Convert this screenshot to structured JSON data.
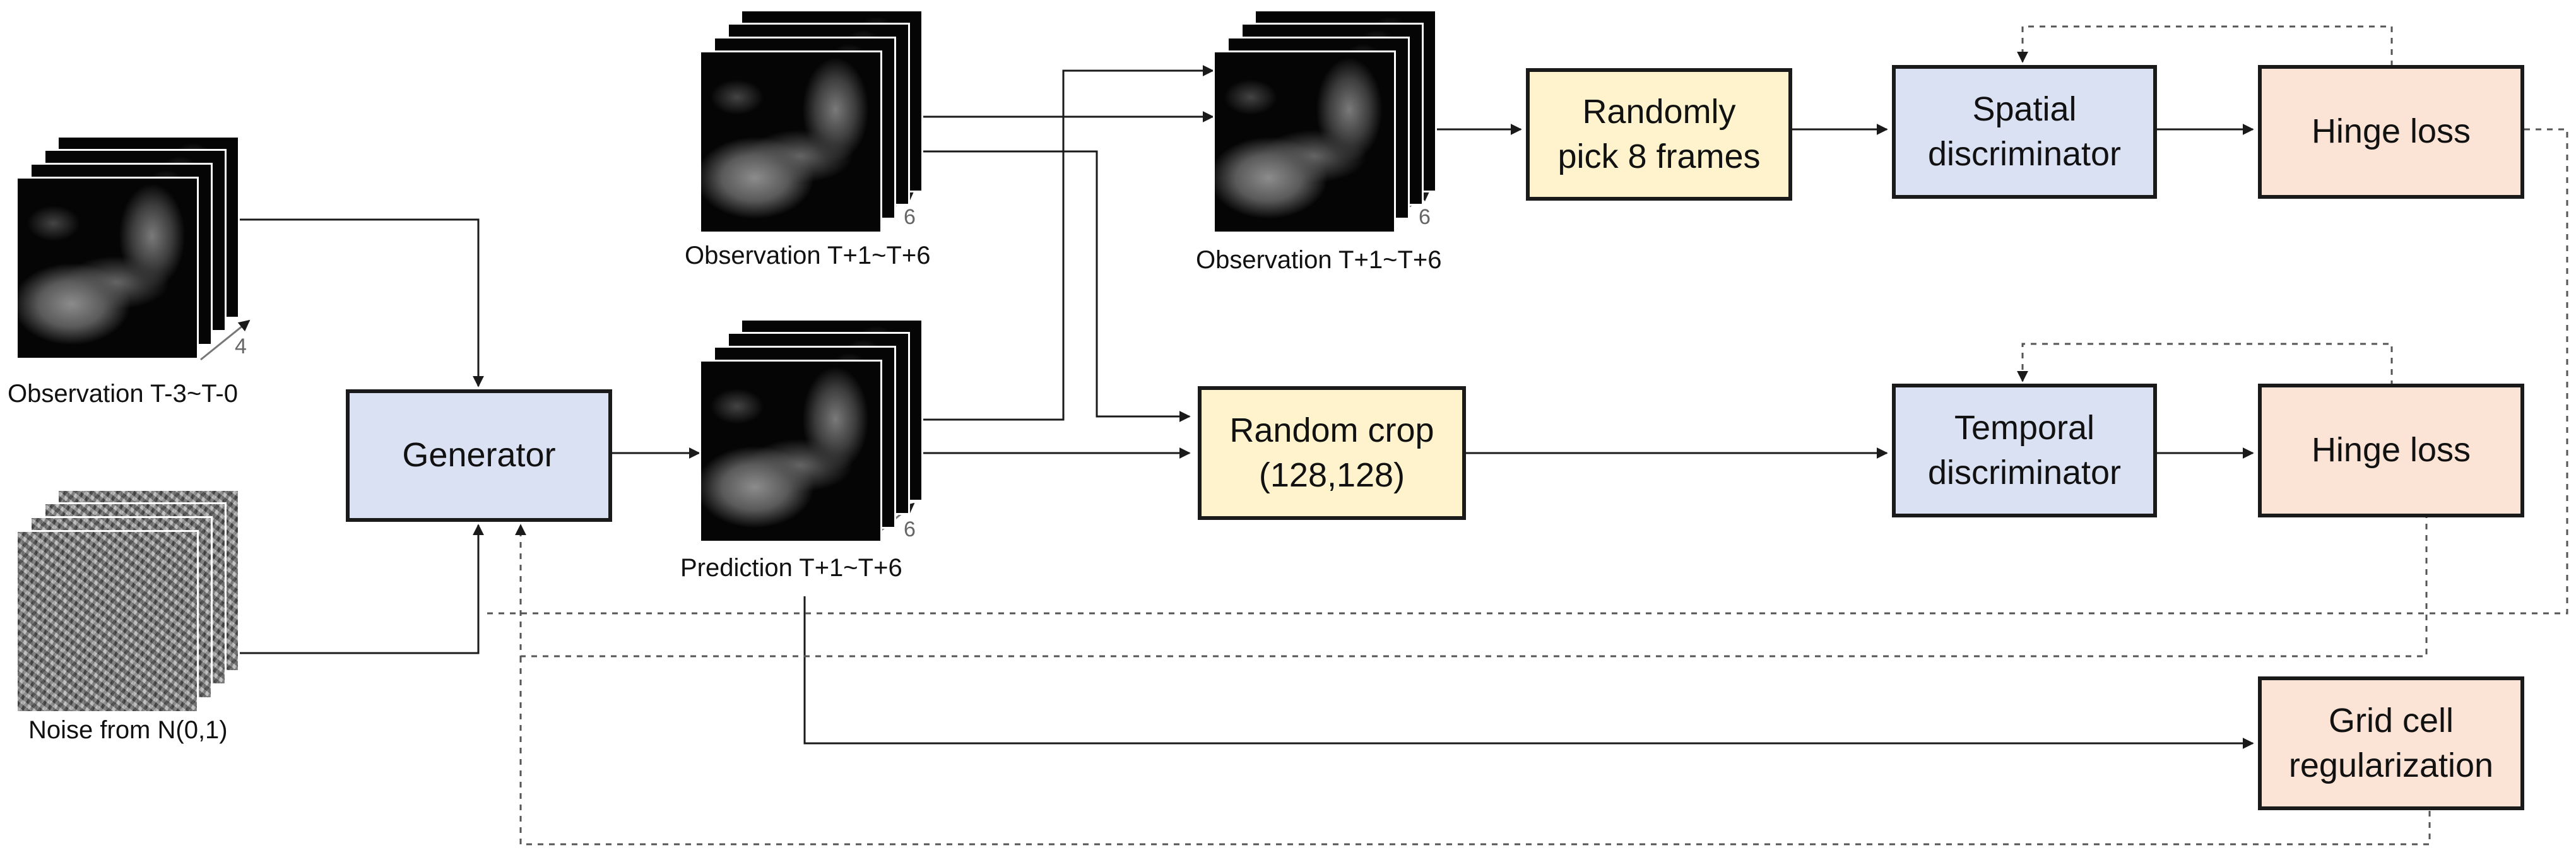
{
  "image_captions": {
    "obs_input": "Observation T-3~T-0",
    "noise": "Noise from N(0,1)",
    "obs_top": "Observation T+1~T+6",
    "prediction": "Prediction T+1~T+6",
    "obs_right": "Observation T+1~T+6"
  },
  "frame_counts": {
    "obs_input": "4",
    "obs_top": "6",
    "prediction": "6",
    "obs_right": "6"
  },
  "boxes": {
    "generator": [
      "Generator"
    ],
    "random_pick": [
      "Randomly",
      "pick 8 frames"
    ],
    "random_crop": [
      "Random crop",
      "(128,128)"
    ],
    "spatial_disc": [
      "Spatial",
      "discriminator"
    ],
    "temporal_disc": [
      "Temporal",
      "discriminator"
    ],
    "hinge_top": [
      "Hinge loss"
    ],
    "hinge_bottom": [
      "Hinge loss"
    ],
    "grid_reg": [
      "Grid cell",
      "regularization"
    ]
  },
  "colors": {
    "generator_fill": "#dae1f3",
    "discriminator_fill": "#dae1f3",
    "process_fill": "#fef3cc",
    "loss_fill": "#fbe4d6",
    "line": "#1a1a1a",
    "dashed_line": "#555555"
  }
}
